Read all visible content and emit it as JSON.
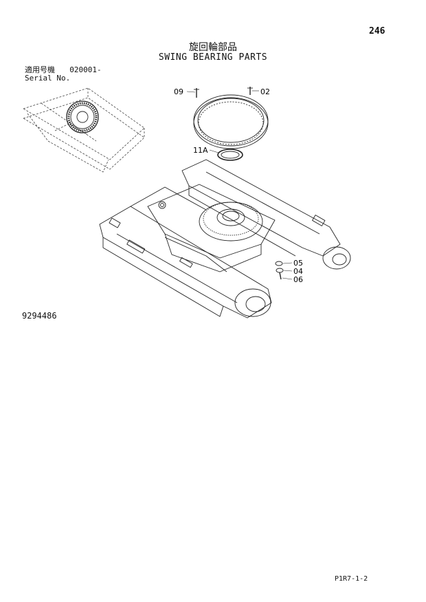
{
  "page": {
    "number": "246",
    "title_jp": "旋回輪部品",
    "title_en": "SWING BEARING PARTS"
  },
  "serial": {
    "label_jp": "適用号機",
    "value": "020001-",
    "label_en": "Serial No."
  },
  "callouts": {
    "c09": "09",
    "c02": "02",
    "c11A": "11A",
    "c05": "05",
    "c04": "04",
    "c06": "06"
  },
  "drawing_number": "9294486",
  "footer_code": "P1R7-1-2"
}
